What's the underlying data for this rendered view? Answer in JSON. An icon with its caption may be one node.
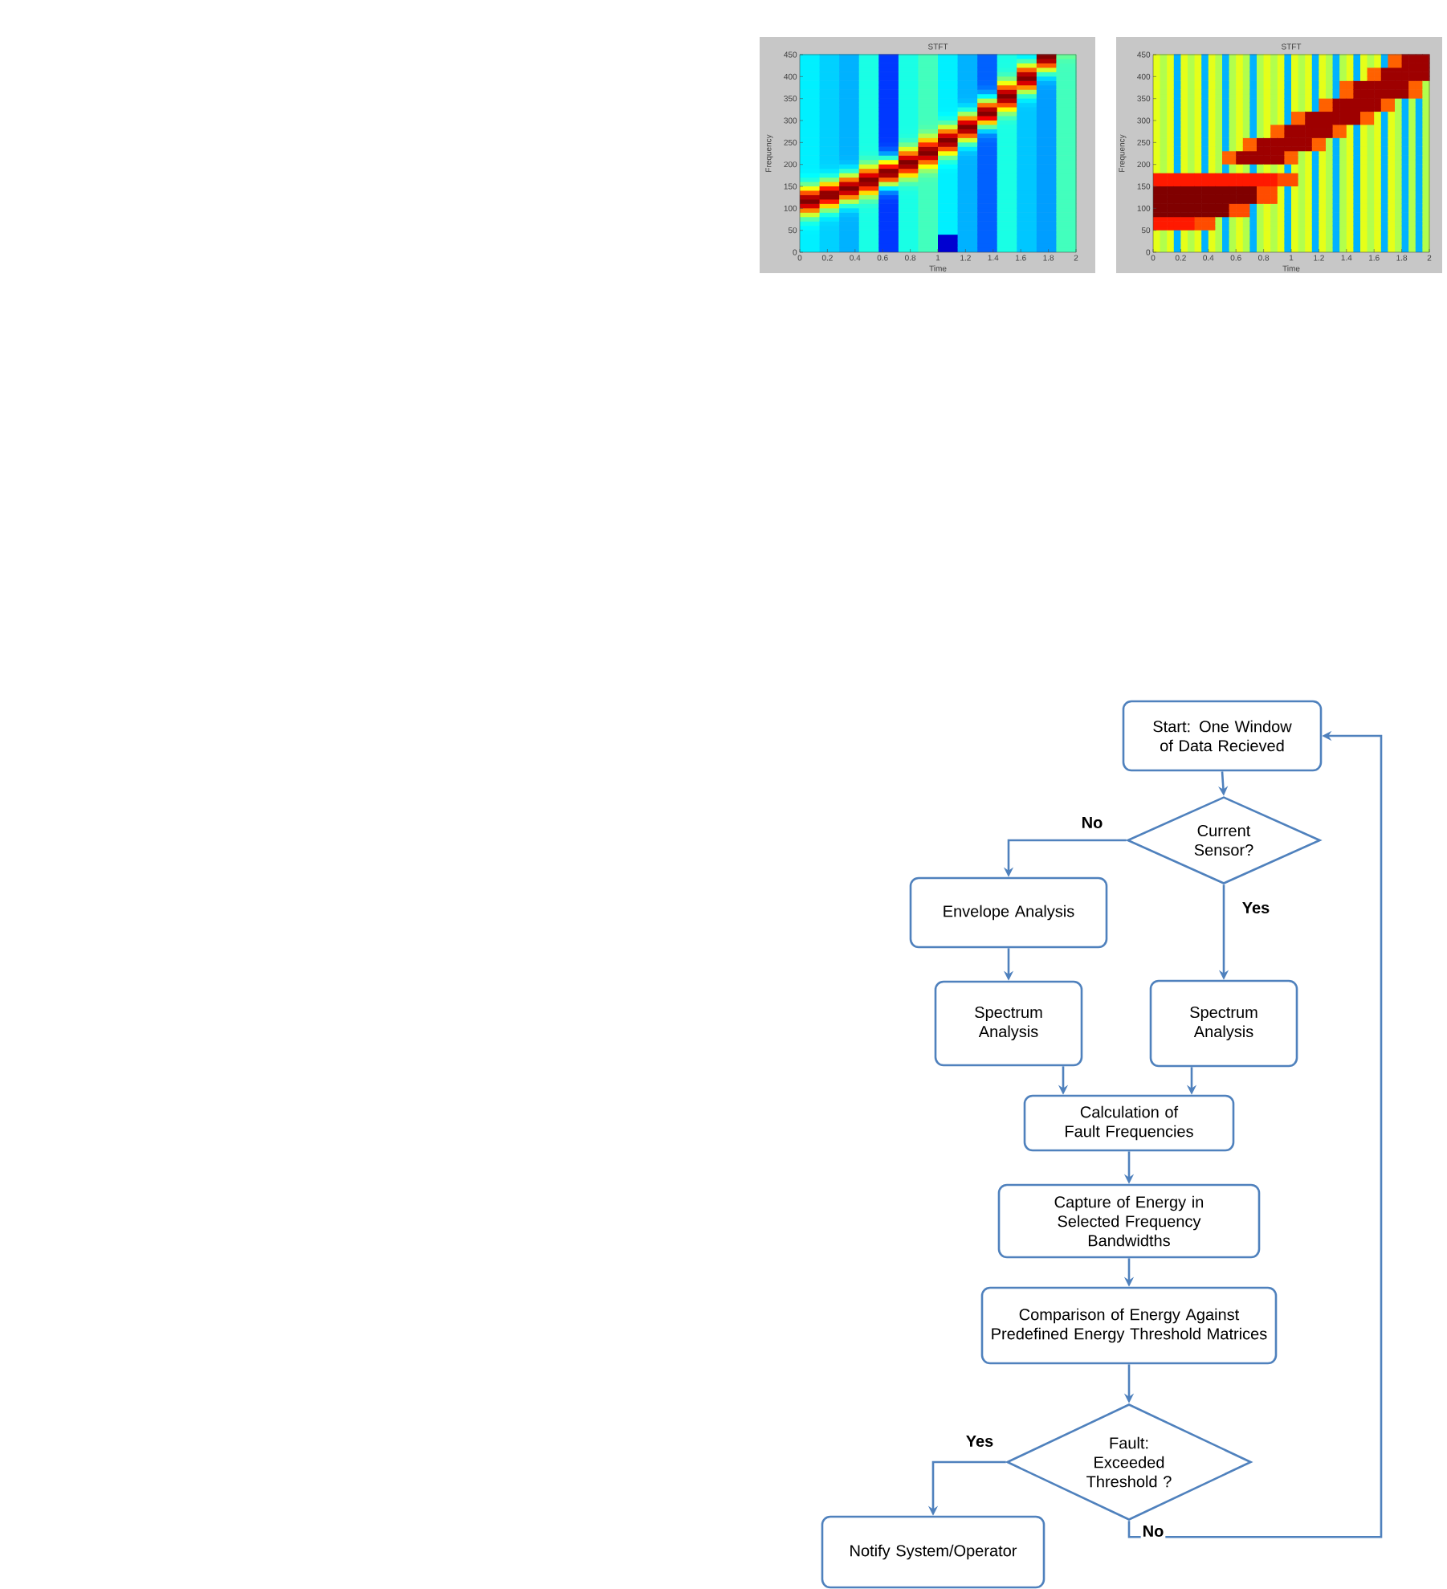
{
  "diagram": {
    "nodes": [
      {
        "text": [
          "Start: One Window of Data Recieved"
        ]
      },
      {
        "text": [
          "Current Sensor?"
        ]
      },
      {
        "text": [
          "Envelope Analysis"
        ]
      },
      {
        "text": [
          "Spectrum Analysis"
        ]
      },
      {
        "text": [
          "Spectrum Analysis"
        ]
      },
      {
        "text": [
          "Calculation of Fault Frequencies"
        ]
      },
      {
        "text": [
          "Capture of Energy in Selected Frequency Bandwidths"
        ]
      },
      {
        "text": [
          "Comparison of Energy Against Predefined Energy Threshold Matrices"
        ]
      },
      {
        "text": [
          "Fault: Exceeded Threshold ?"
        ]
      },
      {
        "text": [
          "Notify System/Operator"
        ]
      }
    ],
    "edges": [
      {
        "from": 0,
        "to": 1,
        "arrow": "to"
      },
      {
        "from": 1,
        "to": 2,
        "arrow": "to",
        "label": "No"
      },
      {
        "from": 1,
        "to": 4,
        "arrow": "to",
        "label": "Yes"
      },
      {
        "from": 2,
        "to": 3,
        "arrow": "to"
      },
      {
        "from": 3,
        "to": 5,
        "arrow": "to"
      },
      {
        "from": 4,
        "to": 5,
        "arrow": "to"
      },
      {
        "from": 5,
        "to": 6,
        "arrow": "to"
      },
      {
        "from": 6,
        "to": 7,
        "arrow": "to"
      },
      {
        "from": 7,
        "to": 8,
        "arrow": "to"
      },
      {
        "from": 8,
        "to": 9,
        "arrow": "to",
        "label": "Yes"
      },
      {
        "from": 8,
        "to": 0,
        "arrow": "to",
        "label": "No"
      }
    ],
    "labels": [
      "STFT",
      "450",
      "400",
      "350",
      "300",
      "250",
      "200",
      "150",
      "100",
      "50",
      "0",
      "Frequency",
      "0",
      "0.2",
      "0.4",
      "0.6",
      "0.8",
      "1",
      "1.2",
      "1.4",
      "1.6",
      "1.8",
      "2",
      "Time",
      "STFT",
      "450",
      "400",
      "350",
      "300",
      "250",
      "200",
      "150",
      "100",
      "50",
      "0",
      "Frequency",
      "0",
      "0.2",
      "0.4",
      "0.6",
      "0.8",
      "1",
      "1.2",
      "1.4",
      "1.6",
      "1.8",
      "2",
      "Time"
    ]
  }
}
